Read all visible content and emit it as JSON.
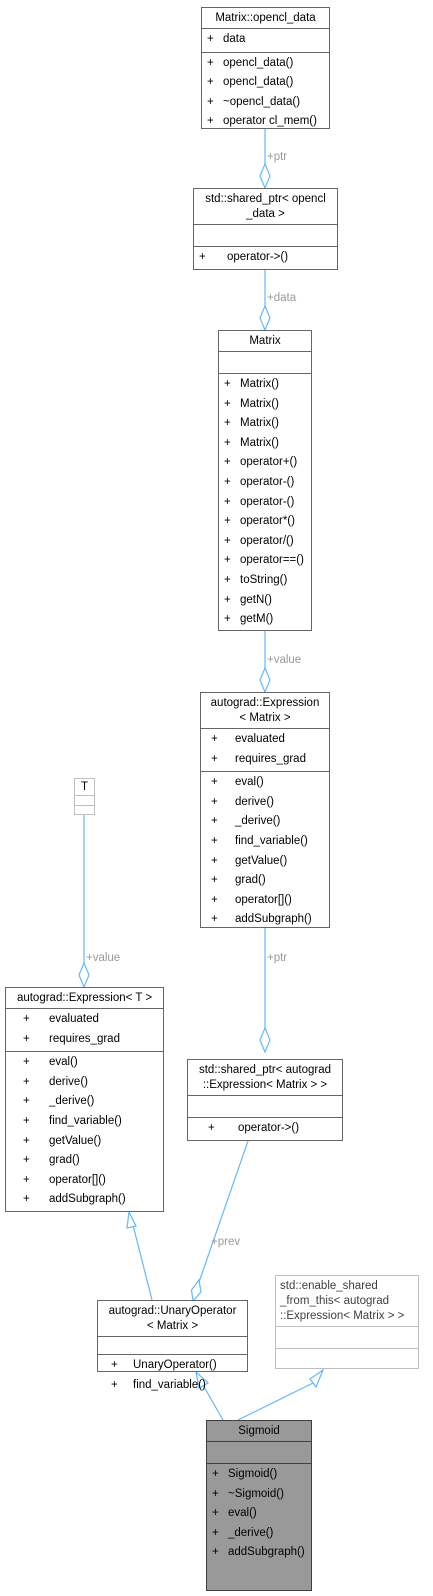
{
  "nodes": {
    "opencl_data": {
      "title": "Matrix::opencl_data",
      "attrs": [
        {
          "v": "+",
          "n": "data"
        }
      ],
      "ops": [
        {
          "v": "+",
          "n": "opencl_data()"
        },
        {
          "v": "+",
          "n": "opencl_data()"
        },
        {
          "v": "+",
          "n": "~opencl_data()"
        },
        {
          "v": "+",
          "n": "operator cl_mem()"
        }
      ]
    },
    "sp_opencl": {
      "title": "std::shared_ptr< opencl\n_data >",
      "ops": [
        {
          "v": "+",
          "n": "operator->()"
        }
      ]
    },
    "matrix": {
      "title": "Matrix",
      "ops": [
        {
          "v": "+",
          "n": "Matrix()"
        },
        {
          "v": "+",
          "n": "Matrix()"
        },
        {
          "v": "+",
          "n": "Matrix()"
        },
        {
          "v": "+",
          "n": "Matrix()"
        },
        {
          "v": "+",
          "n": "operator+()"
        },
        {
          "v": "+",
          "n": "operator-()"
        },
        {
          "v": "+",
          "n": "operator-()"
        },
        {
          "v": "+",
          "n": "operator*()"
        },
        {
          "v": "+",
          "n": "operator/()"
        },
        {
          "v": "+",
          "n": "operator==()"
        },
        {
          "v": "+",
          "n": "toString()"
        },
        {
          "v": "+",
          "n": "getN()"
        },
        {
          "v": "+",
          "n": "getM()"
        }
      ]
    },
    "expr_matrix": {
      "title": "autograd::Expression\n< Matrix >",
      "attrs": [
        {
          "v": "+",
          "n": "evaluated"
        },
        {
          "v": "+",
          "n": "requires_grad"
        }
      ],
      "ops": [
        {
          "v": "+",
          "n": "eval()"
        },
        {
          "v": "+",
          "n": "derive()"
        },
        {
          "v": "+",
          "n": "_derive()"
        },
        {
          "v": "+",
          "n": "find_variable()"
        },
        {
          "v": "+",
          "n": "getValue()"
        },
        {
          "v": "+",
          "n": "grad()"
        },
        {
          "v": "+",
          "n": "operator[]()"
        },
        {
          "v": "+",
          "n": "addSubgraph()"
        }
      ]
    },
    "t": {
      "title": "T"
    },
    "expr_t": {
      "title": "autograd::Expression< T >",
      "attrs": [
        {
          "v": "+",
          "n": "evaluated"
        },
        {
          "v": "+",
          "n": "requires_grad"
        }
      ],
      "ops": [
        {
          "v": "+",
          "n": "eval()"
        },
        {
          "v": "+",
          "n": "derive()"
        },
        {
          "v": "+",
          "n": "_derive()"
        },
        {
          "v": "+",
          "n": "find_variable()"
        },
        {
          "v": "+",
          "n": "getValue()"
        },
        {
          "v": "+",
          "n": "grad()"
        },
        {
          "v": "+",
          "n": "operator[]()"
        },
        {
          "v": "+",
          "n": "addSubgraph()"
        }
      ]
    },
    "sp_expr": {
      "title": "std::shared_ptr< autograd\n::Expression< Matrix > >",
      "ops": [
        {
          "v": "+",
          "n": "operator->()"
        }
      ]
    },
    "unary": {
      "title": "autograd::UnaryOperator\n< Matrix >",
      "ops": [
        {
          "v": "+",
          "n": "UnaryOperator()"
        },
        {
          "v": "+",
          "n": "find_variable()"
        }
      ]
    },
    "enable_shared": {
      "title": "std::enable_shared\n_from_this< autograd\n::Expression< Matrix > >"
    },
    "sigmoid": {
      "title": "Sigmoid",
      "ops": [
        {
          "v": "+",
          "n": "Sigmoid()"
        },
        {
          "v": "+",
          "n": "~Sigmoid()"
        },
        {
          "v": "+",
          "n": "eval()"
        },
        {
          "v": "+",
          "n": "_derive()"
        },
        {
          "v": "+",
          "n": "addSubgraph()"
        }
      ]
    }
  },
  "edge_labels": {
    "ptr_top": "+ptr",
    "data": "+data",
    "value_matrix": "+value",
    "value_t": "+value",
    "ptr_mid": "+ptr",
    "prev": "+prev"
  },
  "colors": {
    "edge": "#63b8ff",
    "active_node": "#999999"
  }
}
